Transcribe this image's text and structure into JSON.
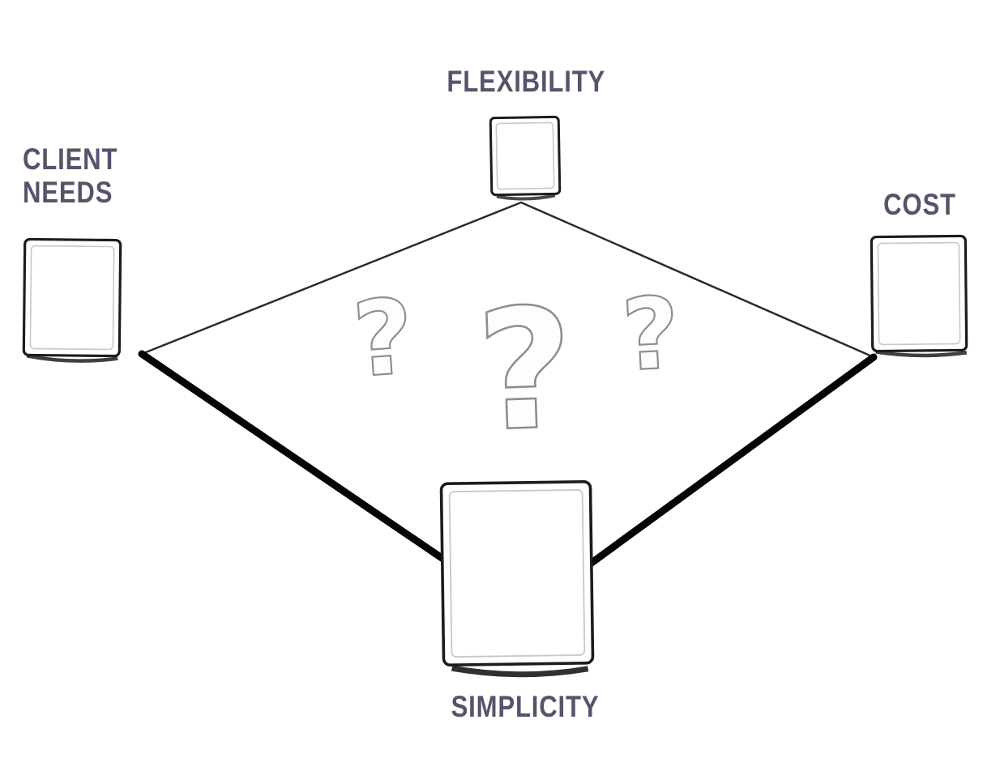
{
  "page": {
    "background": "#ffffff",
    "description": "Hand-drawn tradeoff diamond diagram with four corner boxes and question marks in the center"
  },
  "labels": {
    "flexibility": "FLEXIBILITY",
    "client_needs_line1": "CLIENT",
    "client_needs_line2": "NEEDS",
    "cost": "COST",
    "simplicity": "SIMPLICITY"
  },
  "question_marks": {
    "left": "?",
    "center": "?",
    "right": "?"
  },
  "colors": {
    "label_text": "#56536b",
    "diamond_edge_top": "#2b2b2b",
    "diamond_edge_bottom": "#050505",
    "box_fill": "#ffffff",
    "box_outline": "#1c1c1c",
    "box_inner_line": "#c8c8c8",
    "box_shadow_line": "#2a2a2a",
    "question_mark_fill": "#fdfdfd",
    "question_mark_outline": "#8e8e8e"
  }
}
